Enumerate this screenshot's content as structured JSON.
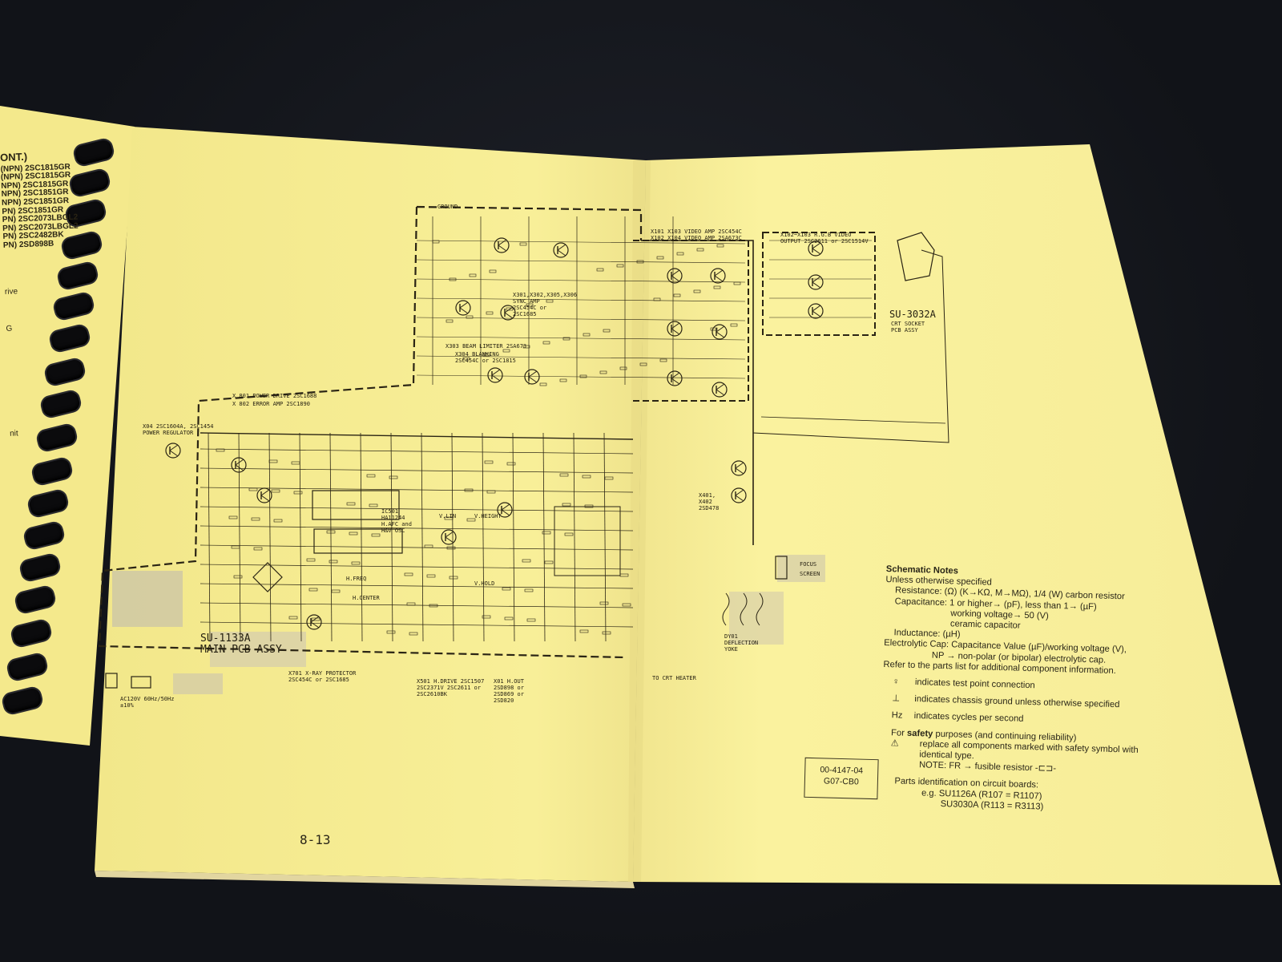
{
  "left_column": {
    "heading": "ONT.)",
    "lines": [
      "(NPN) 2SC1815GR",
      "(NPN) 2SC1815GR",
      "NPN) 2SC1815GR",
      "NPN) 2SC1851GR",
      "NPN) 2SC1851GR",
      "PN) 2SC1851GR",
      "PN) 2SC2073LBGL2",
      "PN) 2SC2073LBGL2",
      "PN) 2SC2482BK",
      "PN) 2SD898B"
    ],
    "fragments": [
      "rive",
      "G",
      "nit"
    ]
  },
  "schematic": {
    "assy_main_line1": "SU-1133A",
    "assy_main_line2": "MAIN PCB ASSY",
    "assy_crt_line1": "SU-3032A",
    "assy_crt_line2": "CRT SOCKET",
    "assy_crt_line3": "PCB ASSY",
    "power_drive": "X 801 POWER DRIVE 2SC1688",
    "error_amp": "X 802 ERROR AMP 2SC1890",
    "power_regulator": "X04 2SC1604A, 2SC1454 POWER REGULATOR",
    "beam_limiter": "X303 BEAM LIMITER 2SA673",
    "blanking": "X304 BLANKING 2SC454C or 2SC1815",
    "sync_amp": "X301,X302,X305,X306 SYNC AMP 2SC454C or 2SC1685",
    "video_amp_1": "X101 X103 VIDEO AMP 2SC454C",
    "video_amp_2": "X102 X104 VIDEO AMP 2SA673C",
    "rgb_output": "X102~X103 R.G.B VIDEO OUTPUT 2SC2611 or 2SC1514V",
    "xray_protector": "X701 X-RAY PROTECTOR 2SC454C or 2SC1685",
    "h_drive": "X501 H.DRIVE 2SC1507 2SC2371V 2SC2611 or 2SC2610BK",
    "h_out": "X01 H.OUT 2SD898 or 2SD869 or 2SD820",
    "x401": "X401, X402 2SD478",
    "ic501": "IC501 HA11244 H.AFC and H&V OSC",
    "ac_label": "AC120V 60Hz/50Hz ±10%",
    "yoke": "DY01 DEFLECTION YOKE",
    "focus": "FOCUS",
    "screen": "SCREEN",
    "crt_heater": "TO CRT HEATER",
    "ground": "GROUND",
    "v_hold": "V.HOLD",
    "h_center": "H.CENTER",
    "v_height": "V.HEIGHT",
    "v_lin": "V.LIN",
    "h_freq": "H.FREQ"
  },
  "notes": {
    "title": "Schematic Notes",
    "l1": "Unless otherwise specified",
    "l2": "Resistance: (Ω) (K→KΩ, M→MΩ), 1/4 (W) carbon resistor",
    "l3": "Capacitance: 1 or higher→ (pF), less than 1→ (µF)",
    "l4": "working voltage→ 50 (V)",
    "l5": "ceramic capacitor",
    "l6": "Inductance: (µH)",
    "l7": "Electrolytic Cap: Capacitance Value (µF)/working voltage (V),",
    "l8": "NP → non-polar (or bipolar) electrolytic cap.",
    "l9": "Refer to the parts list for additional component information.",
    "l10": "indicates test point connection",
    "l11": "indicates chassis ground unless otherwise specified",
    "l12_key": "Hz",
    "l12": "indicates cycles per second",
    "l13a": "For ",
    "l13b": "safety",
    "l13c": " purposes (and continuing reliability)",
    "l14": "replace all components marked with safety symbol with",
    "l15": "identical type.",
    "l16": "NOTE: FR → fusible resistor",
    "l17": "Parts identification on circuit boards:",
    "l18": "e.g. SU1126A (R107 = R1107)",
    "l19": "SU3030A (R113 = R3113)"
  },
  "code_box": {
    "line1": "00-4147-04",
    "line2": "G07-CB0"
  },
  "page_number": "8-13",
  "colors": {
    "background": "#15171c",
    "paper": "#f7ee94",
    "paper_shadow": "#e6d97a",
    "ink": "#231e10",
    "shade_area": "#cfc6a0",
    "binding_ring": "#0b0b0d"
  }
}
